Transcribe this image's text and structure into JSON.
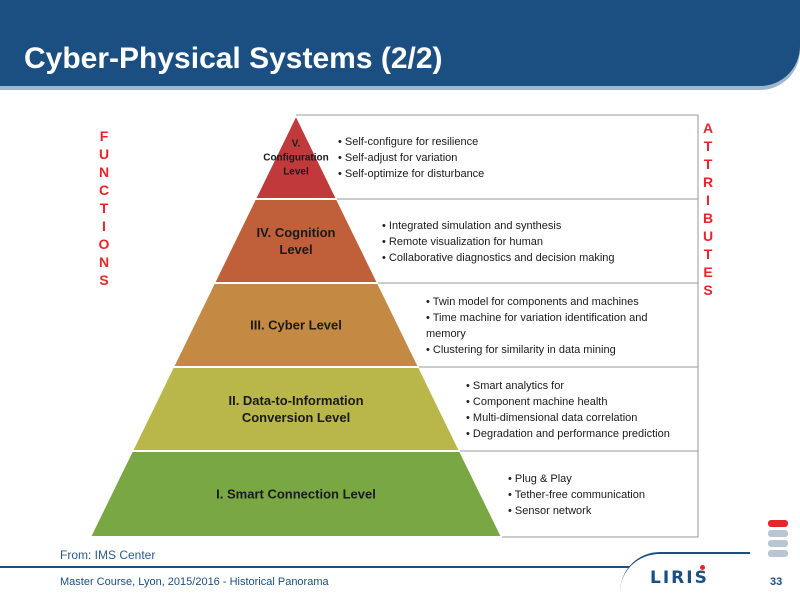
{
  "header": {
    "title": "Cyber-Physical Systems (2/2)"
  },
  "diagram": {
    "functions_label": [
      "F",
      "U",
      "N",
      "C",
      "T",
      "I",
      "O",
      "N",
      "S"
    ],
    "attributes_label": [
      "A",
      "T",
      "T",
      "R",
      "I",
      "B",
      "U",
      "T",
      "E",
      "S"
    ],
    "levels": [
      {
        "name_lines": [
          "V.",
          "Configuration",
          "Level"
        ],
        "color": "#c0393b",
        "bullets": [
          "• Self-configure for resilience",
          "• Self-adjust for variation",
          "• Self-optimize for disturbance"
        ]
      },
      {
        "name_lines": [
          "IV. Cognition",
          "Level"
        ],
        "color": "#c0603a",
        "bullets": [
          "• Integrated simulation and synthesis",
          "• Remote visualization for human",
          "• Collaborative diagnostics and decision making"
        ]
      },
      {
        "name_lines": [
          "III. Cyber Level"
        ],
        "color": "#c48a44",
        "bullets": [
          "• Twin model for components and machines",
          "• Time machine for variation identification and",
          "   memory",
          "• Clustering for similarity in data mining"
        ]
      },
      {
        "name_lines": [
          "II. Data-to-Information",
          "Conversion Level"
        ],
        "color": "#b9b64a",
        "bullets": [
          "• Smart analytics for",
          "   • Component machine health",
          "   • Multi-dimensional data correlation",
          "• Degradation and performance prediction"
        ]
      },
      {
        "name_lines": [
          "I. Smart Connection Level"
        ],
        "color": "#78a743",
        "bullets": [
          "• Plug & Play",
          "• Tether-free communication",
          "• Sensor network"
        ]
      }
    ]
  },
  "source": "From: IMS Center",
  "footer": {
    "course": "Master Course, Lyon, 2015/2016 - Historical Panorama",
    "page": "33",
    "logo": "LIRIS"
  }
}
